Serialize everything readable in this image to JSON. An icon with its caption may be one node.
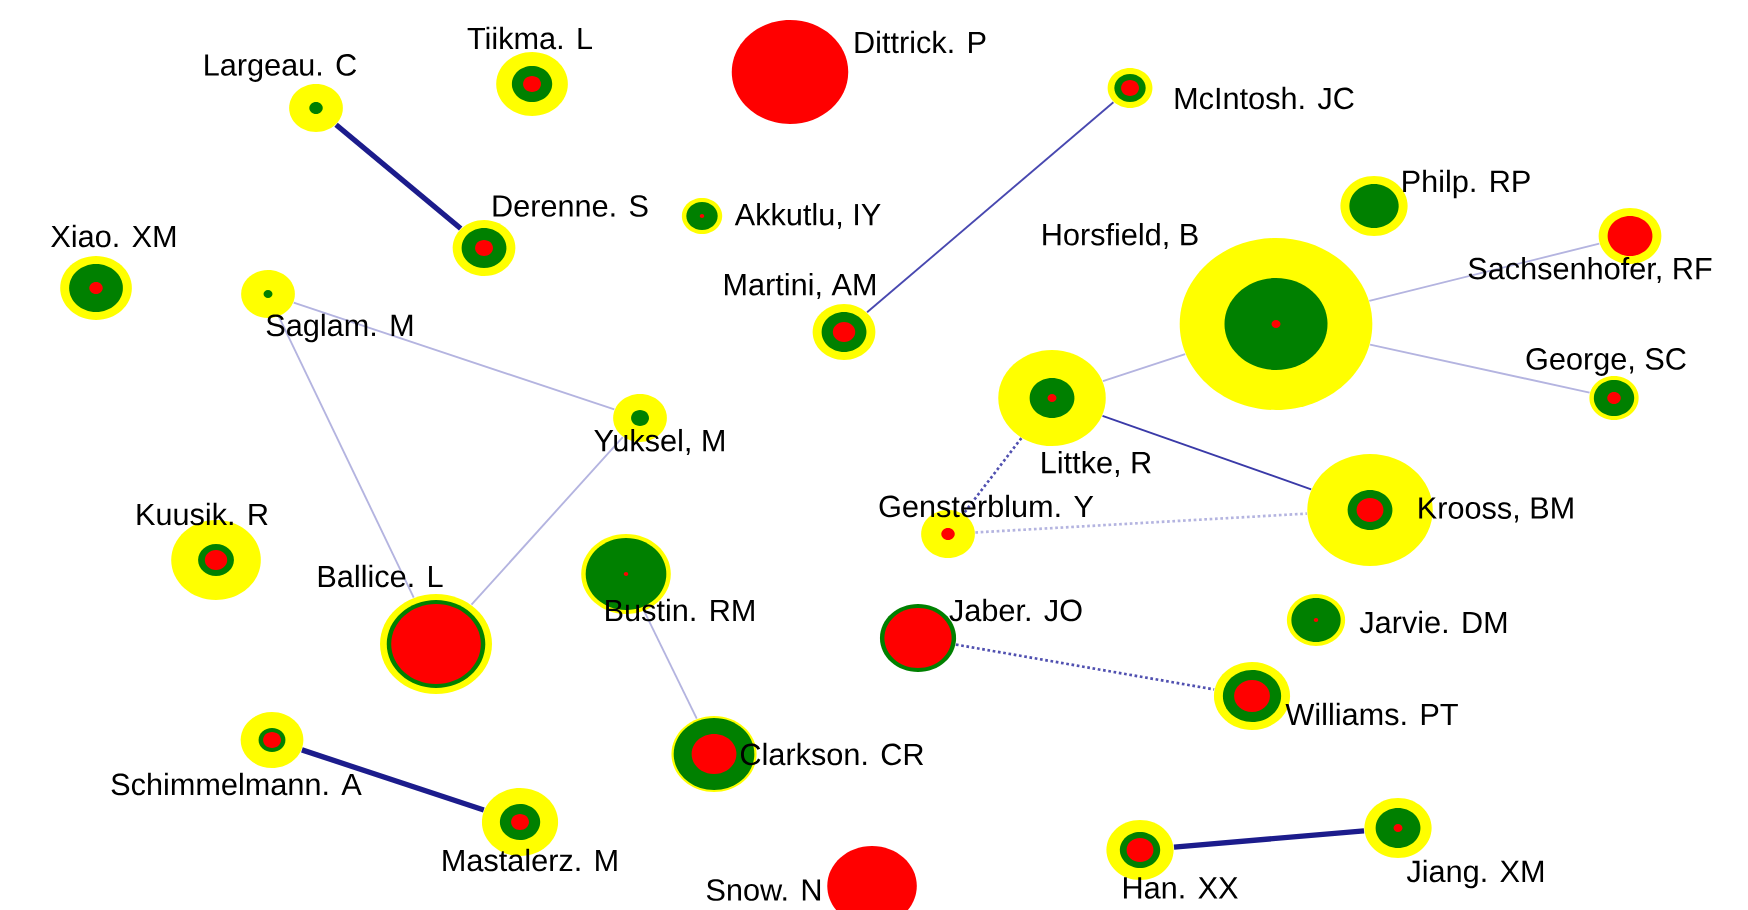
{
  "diagram": {
    "nodes": [
      {
        "text": [],
        "shape": "circle",
        "beside": [
          "Largeau. C"
        ]
      },
      {
        "text": [],
        "shape": "circle",
        "beside": [
          "Tiikma. L"
        ]
      },
      {
        "text": [],
        "shape": "circle",
        "beside": [
          "Dittrick. P"
        ]
      },
      {
        "text": [],
        "shape": "circle",
        "beside": [
          "McIntosh. JC"
        ]
      },
      {
        "text": [],
        "shape": "circle",
        "beside": [
          "Derenne. S"
        ]
      },
      {
        "text": [],
        "shape": "circle",
        "beside": [
          "Akkutlu, IY"
        ]
      },
      {
        "text": [],
        "shape": "circle",
        "beside": [
          "Xiao. XM"
        ]
      },
      {
        "text": [],
        "shape": "circle",
        "beside": [
          "Saglam. M"
        ]
      },
      {
        "text": [],
        "shape": "circle",
        "beside": [
          "Martini, AM"
        ]
      },
      {
        "text": [],
        "shape": "circle",
        "beside": [
          "Philp. RP"
        ]
      },
      {
        "text": [],
        "shape": "circle",
        "beside": [
          "Horsfield, B"
        ]
      },
      {
        "text": [],
        "shape": "circle",
        "beside": [
          "Sachsenhofer, RF"
        ]
      },
      {
        "text": [],
        "shape": "circle",
        "beside": [
          "George, SC"
        ]
      },
      {
        "text": [],
        "shape": "circle",
        "beside": [
          "Yuksel, M"
        ]
      },
      {
        "text": [],
        "shape": "circle",
        "beside": [
          "Littke, R"
        ]
      },
      {
        "text": [],
        "shape": "circle",
        "beside": [
          "Kuusik. R"
        ]
      },
      {
        "text": [],
        "shape": "circle",
        "beside": [
          "Gensterblum. Y"
        ]
      },
      {
        "text": [],
        "shape": "circle",
        "beside": [
          "Krooss, BM"
        ]
      },
      {
        "text": [],
        "shape": "circle",
        "beside": [
          "Ballice. L"
        ]
      },
      {
        "text": [],
        "shape": "circle",
        "beside": [
          "Bustin. RM"
        ]
      },
      {
        "text": [],
        "shape": "circle",
        "beside": [
          "Jaber. JO"
        ]
      },
      {
        "text": [],
        "shape": "circle",
        "beside": [
          "Jarvie. DM"
        ]
      },
      {
        "text": [],
        "shape": "circle",
        "beside": [
          "Williams. PT"
        ]
      },
      {
        "text": [],
        "shape": "circle",
        "beside": [
          "Schimmelmann. A"
        ]
      },
      {
        "text": [],
        "shape": "circle",
        "beside": [
          "Clarkson. CR"
        ]
      },
      {
        "text": [],
        "shape": "circle",
        "beside": [
          "Mastalerz. M"
        ]
      },
      {
        "text": [],
        "shape": "circle",
        "beside": [
          "Snow. N"
        ]
      },
      {
        "text": [],
        "shape": "circle",
        "beside": [
          "Han. XX"
        ]
      },
      {
        "text": [],
        "shape": "circle",
        "beside": [
          "Jiang. XM"
        ]
      }
    ],
    "edges": [
      {
        "from": 0,
        "to": 4,
        "arrow": "none",
        "style": "thick",
        "color": "#1c1c8c"
      },
      {
        "from": 3,
        "to": 8,
        "arrow": "none",
        "color": "#4848b0"
      },
      {
        "from": 7,
        "to": 13,
        "arrow": "none"
      },
      {
        "from": 7,
        "to": 18,
        "arrow": "none"
      },
      {
        "from": 13,
        "to": 18,
        "arrow": "none"
      },
      {
        "from": 10,
        "to": 11,
        "arrow": "none"
      },
      {
        "from": 10,
        "to": 12,
        "arrow": "none"
      },
      {
        "from": 10,
        "to": 14,
        "arrow": "none"
      },
      {
        "from": 14,
        "to": 17,
        "arrow": "none",
        "color": "#3a3aa8"
      },
      {
        "from": 14,
        "to": 16,
        "arrow": "none",
        "style": "dashed",
        "color": "#5050b0"
      },
      {
        "from": 16,
        "to": 17,
        "arrow": "none",
        "style": "dashed"
      },
      {
        "from": 19,
        "to": 24,
        "arrow": "none"
      },
      {
        "from": 20,
        "to": 22,
        "arrow": "none",
        "style": "dashed",
        "color": "#5050b0"
      },
      {
        "from": 23,
        "to": 25,
        "arrow": "none",
        "style": "thick",
        "color": "#1c1c8c"
      },
      {
        "from": 27,
        "to": 28,
        "arrow": "none",
        "style": "thick",
        "color": "#1c1c8c"
      }
    ]
  }
}
